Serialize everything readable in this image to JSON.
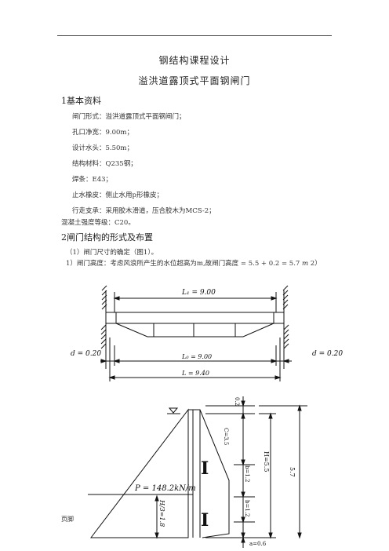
{
  "header": {
    "title": "钢结构课程设计",
    "subtitle": "溢洪道露顶式平面钢闸门"
  },
  "section1": {
    "heading": "1基本资料",
    "items": [
      "闸门形式：溢洪道露顶式平面钢闸门；",
      "孔口净宽：9.00m；",
      "设计水头：5.50m；",
      "结构材料：Q235钢；",
      "焊条：E43；",
      "止水橡皮：侧止水用p形橡皮；",
      "行走支承：采用胶木滑道，压合胶木为MCS-2；",
      "混凝土强度等级：C20。"
    ]
  },
  "section2": {
    "heading": "2闸门结构的形式及布置",
    "line1": "（1）闸门尺寸的确定（图1）。",
    "line2_prefix": "1）闸门高度：考虑风浪所产生的水位超高为m,故闸门高度",
    "line2_formula": "= 5.5 + 0.2 = 5.7",
    "line2_unit": "m",
    "line2_suffix": "2）"
  },
  "figure_plan": {
    "L1": "L₁ = 9.00",
    "L0": "L₀ = 9.00",
    "L": "L = 9.40",
    "d_left": "d = 0.20",
    "d_right": "d = 0.20"
  },
  "figure_section": {
    "freeboard": "0.2",
    "C": "C=3.5",
    "H": "H=5.5",
    "total": "5.7",
    "b1": "b=1.2",
    "b2": "b=1.2",
    "a": "a=0.6",
    "P": "P = 148.2kN/m",
    "H3": "H/3=1.8",
    "beam_symbol": "I"
  },
  "footer": {
    "text": "页脚"
  }
}
